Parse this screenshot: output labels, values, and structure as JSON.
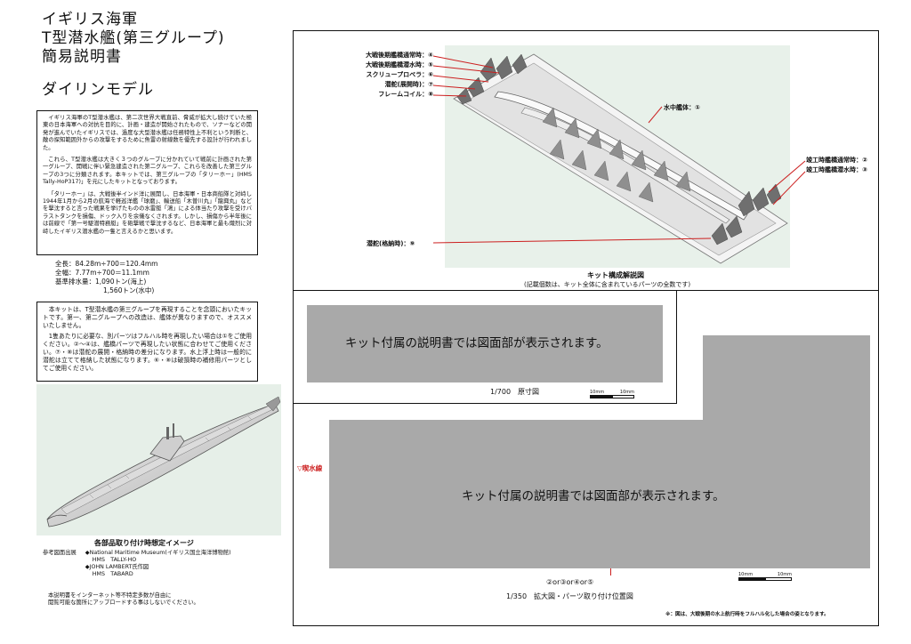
{
  "title_lines": [
    "イギリス海軍",
    "T型潜水艦(第三グループ)",
    "簡易説明書"
  ],
  "subtitle": "ダイリンモデル",
  "intro_paragraphs": [
    "イギリス海軍のT型潜水艦は、第二次世界大戦直前、脅威が拡大し続けていた極東の日本海軍への対抗を目的に、計画・建造が開始されたもので、ソナーなどの開発が進んでいたイギリスでは、過度な大型潜水艦は任務特性上不利という判断と、敵の探知範囲外からの攻撃をするために魚雷の射線数を優先する設計が行われました。",
    "これら、T型潜水艦は大きく３つのグループに分かれていて戦前に計画された第一グループ、開戦に伴い緊急建造された第二グループ、これらを改善した第三グループの3つに分類されます。本キットでは、第三グループの「タリーホー」(HMS Tally-HoP317)」を元にしたキットとなっております。",
    "「タリーホー」は、大戦後半インド洋に展開し、日本海軍・日本商船隊と対峙し1944年1月から2月の航海で軽巡洋艦「球磨」、輸送船「木曽川丸」「龍興丸」などを撃沈すると言った戦果を挙げたものの水雷艇「鴻」による体当たり攻撃を受けバラストタンクを損傷、ドック入りを余儀なくされます。しかし、損傷から半年後には前線で「第一号駆潜特務艇」を砲撃戦で撃沈するなど、日本海軍と最も熾烈に対峙したイギリス潜水艦の一隻と言えるかと思います。"
  ],
  "specs": {
    "length": "全長：84.28m÷700＝120.4mm",
    "beam": "全幅：7.77m÷700＝11.1mm",
    "displacement_1": "基準排水量：1,090トン(海上)",
    "displacement_2": "1,560トン(水中)"
  },
  "notice_paragraphs": [
    "本キットは、T型潜水艦の第三グループを再現することを念頭においたキットです。第一、第二グループへの改造は、艦体が異なりますので、オススメいたしません。",
    "1隻あたりに必要な、別パーツはフルハル時を再現したい場合は①をご使用ください。②～④は、艦橋パーツで再現したい状態に合わせてご使用ください。⑦・⑧は潜舵の展開・格納時の差分になります。水上浮上時は一般的に潜舵は立てて格納した状態になります。⑥・⑧は破損時の補修用パーツとしてご使用ください。"
  ],
  "photo_caption": "各部品取り付け時想定イメージ",
  "references": {
    "label": "参考図面出展",
    "items": [
      {
        "marker": "◆",
        "line1": "National Maritime Museum(イギリス国立海洋博物館)",
        "line2": "HMS　TALLY-HO"
      },
      {
        "marker": "◆",
        "line1": "JOHN LAMBERT氏作図",
        "line2": "HMS　TABARD"
      }
    ]
  },
  "footer_lines": [
    "本説明書をインターネット等不特定多数が自由に",
    "閲覧可能な箇所にアップロードする事はしないでください。"
  ],
  "parts_diagram": {
    "labels_left": [
      "大戦後期艦橋通常時：④",
      "大戦後期艦橋潜水時：⑤",
      "スクリュープロペラ：⑥",
      "潜舵(展開時)：⑦",
      "フレームコイル：⑧"
    ],
    "label_hull": "水中艦体：①",
    "labels_right": [
      "竣工時艦橋通常時：②",
      "竣工時艦橋潜水時：③"
    ],
    "label_stowed": "潜舵(格納時)：⑨",
    "caption": "キット構成解説図",
    "note": "(記載個数は、キット全体に含まれているパーツの全数です)"
  },
  "drawing_placeholder": "キット付属の説明書では図面部が表示されます。",
  "scale_700_caption": "1/700　原寸図",
  "scale_labels": [
    "10mm",
    "10mm"
  ],
  "waterline_label": "▽喫水線",
  "parts_position_label": "②or③or④or⑤",
  "scale_350_caption": "1/350　拡大図・パーツ取り付け位置図",
  "bottom_note": "※：図は、大戦後期の水上航行時をフルハル化した場合の姿となります。",
  "colors": {
    "diagram_bg": "#e8f1ea",
    "placeholder_grey": "#a9a9a9",
    "leader_red": "#cc1f1f"
  }
}
